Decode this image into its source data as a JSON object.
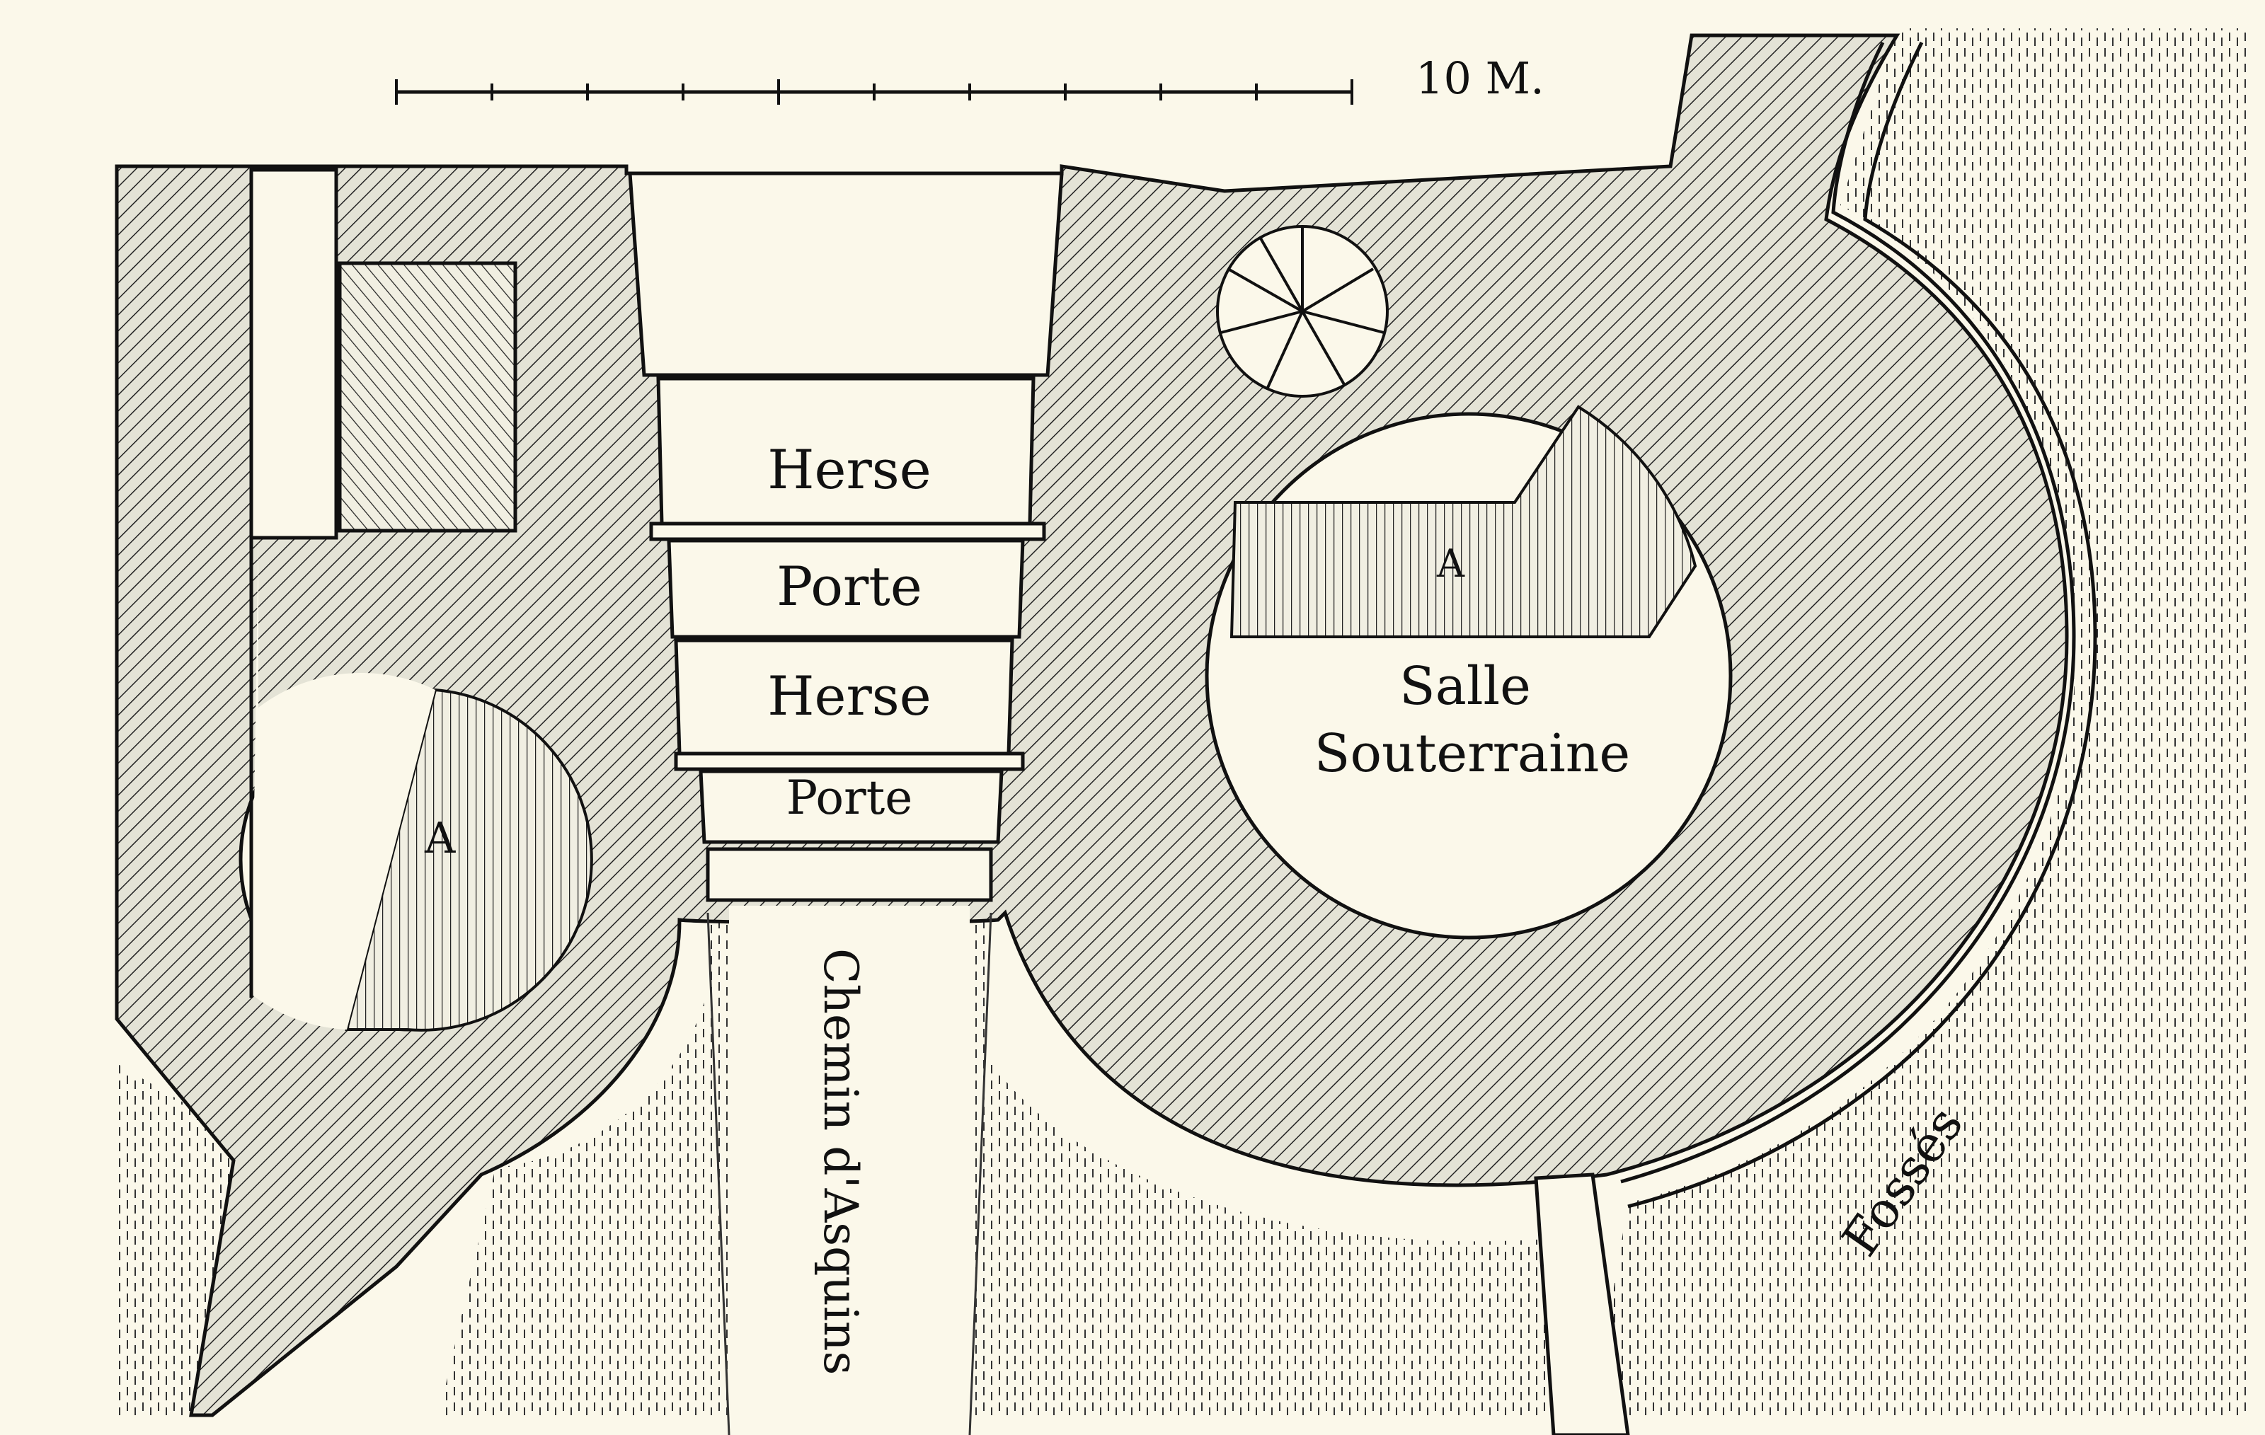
{
  "scale": {
    "label": "10 M."
  },
  "gate": {
    "rooms": [
      "Herse",
      "Porte",
      "Herse",
      "Porte"
    ]
  },
  "labels": {
    "salle_line1": "Salle",
    "salle_line2": "Souterraine",
    "chemin": "Chemin d'Asquins",
    "fosses": "Fossés",
    "marker_a1": "A",
    "marker_a2": "A"
  },
  "colors": {
    "paper": "#fbf8ea",
    "ink": "#1a1a1a",
    "wash": "#c9ced1"
  }
}
